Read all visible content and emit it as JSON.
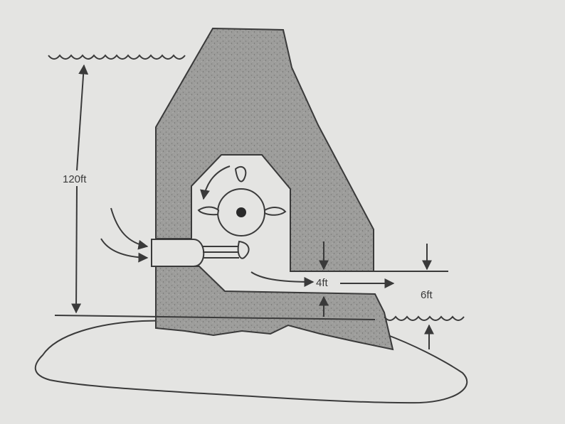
{
  "labels": {
    "head_height": "120ft",
    "tailrace_depth_inner": "4ft",
    "tailrace_depth_outer": "6ft"
  },
  "colors": {
    "background": "#e4e4e2",
    "concrete_fill": "#9c9c9a",
    "line": "#3a3a3a"
  }
}
